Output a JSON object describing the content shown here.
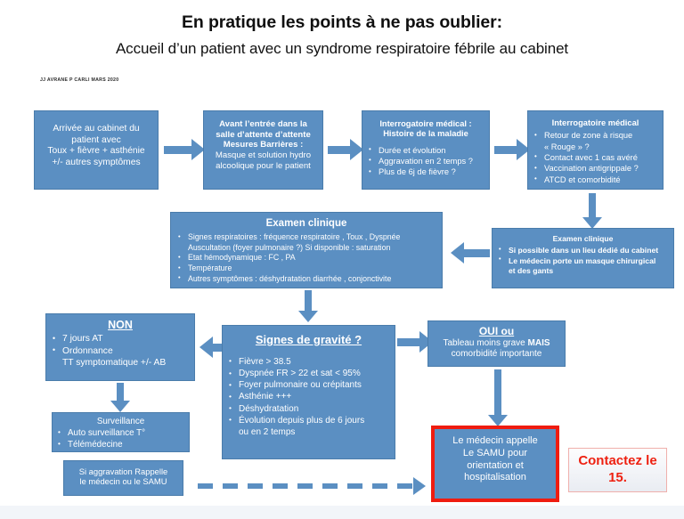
{
  "header": {
    "title": "En pratique les points à ne pas oublier:",
    "subtitle": "Accueil d’un patient avec un syndrome respiratoire fébrile au cabinet",
    "credit": "JJ AVRANE P CARLI MARS 2020"
  },
  "colors": {
    "box_fill": "#5b8fc2",
    "box_border": "#4a7cab",
    "arrow": "#5b8fc2",
    "alert_red": "#ef1c10",
    "callout_text": "#ee2111",
    "text": "#ffffff",
    "page_background": "#ffffff"
  },
  "nodes": {
    "arrivee": {
      "lines": [
        "Arrivée au cabinet du",
        "patient avec",
        "Toux + fièvre + asthénie",
        "+/- autres symptômes"
      ]
    },
    "avant_entree": {
      "heading": [
        "Avant l’entrée dans la",
        "salle d’attente d’attente",
        "Mesures Barrières  :"
      ],
      "lines": [
        "Masque et solution hydro",
        "alcoolique pour le patient"
      ]
    },
    "interro_histoire": {
      "heading": [
        "Interrogatoire médical :",
        "Histoire de la maladie"
      ],
      "bullets": [
        "Durée et évolution",
        "Aggravation en 2 temps ?",
        "Plus de 6j de fièvre ?"
      ]
    },
    "interro_risque": {
      "heading": "Interrogatoire médical",
      "bullets": [
        "Retour de zone à risque",
        "Contact avec 1 cas avéré",
        "Vaccination antigrippale ?",
        "ATCD et comorbidité"
      ],
      "bullet_cont_1": "« Rouge » ?"
    },
    "examen_droite": {
      "heading": "Examen clinique",
      "bullets": [
        "Si possible dans un lieu dédié  du cabinet",
        "Le médecin porte  un masque  chirurgical"
      ],
      "bullet_cont_2": "et des gants"
    },
    "examen_centre": {
      "heading": "Examen clinique",
      "bullets": [
        "Signes respiratoires  : fréquence respiratoire ,  Toux , Dyspnée",
        "Etat  hémodynamique : FC , PA",
        "Température",
        "Autres symptômes  :  déshydratation diarrhée , conjonctivite"
      ],
      "bullet_cont_1": "Auscultation (foyer pulmonaire ?) Si disponible : saturation"
    },
    "non": {
      "heading": "NON",
      "bullets": [
        "7 jours AT",
        "Ordonnance"
      ],
      "bullet_cont_2": "TT symptomatique +/- AB"
    },
    "signes_gravite": {
      "heading": "Signes de gravité ?",
      "bullets": [
        "Fièvre > 38.5",
        "Dyspnée  FR > 22 et  sat < 95%",
        "Foyer pulmonaire ou crépitants",
        "Asthénie +++",
        "Déshydratation",
        "Évolution depuis plus de 6 jours"
      ],
      "bullet_cont_6": "ou en 2 temps"
    },
    "oui": {
      "heading": "OUI    ou",
      "line_prefix": "Tableau moins grave ",
      "line_bold": "MAIS",
      "line_2": "comorbidité importante"
    },
    "surveillance": {
      "heading": "Surveillance",
      "bullets": [
        "Auto surveillance  T°",
        "Télémédecine"
      ]
    },
    "aggravation": {
      "lines": [
        "Si aggravation Rappelle",
        "le médecin ou le SAMU"
      ]
    },
    "samu": {
      "lines": [
        "Le médecin appelle",
        "Le SAMU pour",
        "orientation et",
        "hospitalisation"
      ]
    },
    "contactez": {
      "line_1": "Contactez le",
      "line_2": "15."
    }
  }
}
